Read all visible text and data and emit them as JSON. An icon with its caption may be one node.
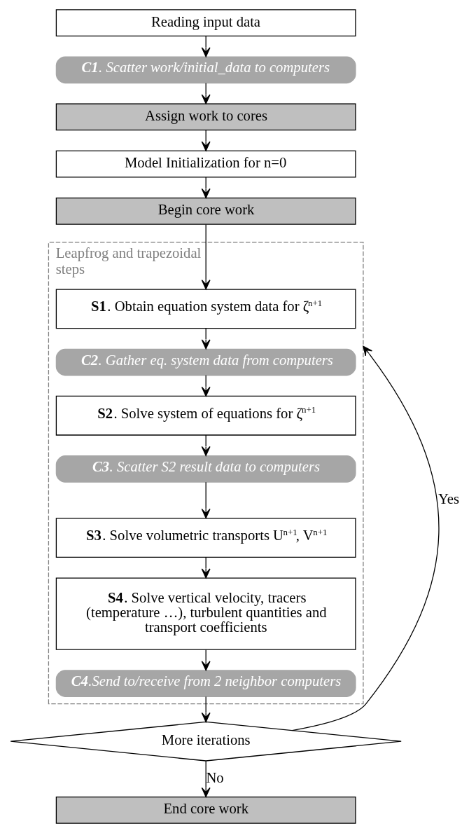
{
  "diagram": {
    "nodes": [
      {
        "text": [
          "Reading input data"
        ]
      },
      {
        "text": [
          "**C1**. Scatter work/initial_data to computers"
        ]
      },
      {
        "text": [
          "Assign work to cores"
        ]
      },
      {
        "text": [
          "Model Initialization for n=0"
        ]
      },
      {
        "text": [
          "Begin core work"
        ]
      },
      {
        "text": [
          "Leapfrog and trapezoidal steps"
        ]
      },
      {
        "text": [
          "**S1**. Obtain equation system data for ζ$^{n+1}$"
        ],
        "in": 5
      },
      {
        "text": [
          "**C2**. Gather eq. system data from computers"
        ],
        "in": 5
      },
      {
        "text": [
          "**S2**. Solve system of equations for ζ$^{n+1}$"
        ],
        "in": 5
      },
      {
        "text": [
          "**C3**. Scatter S2 result data to computers"
        ],
        "in": 5
      },
      {
        "text": [
          "**S3**. Solve volumetric transports U$^{n+1}$, V$^{n+1}$"
        ],
        "in": 5
      },
      {
        "text": [
          "**S4**. Solve vertical velocity, tracers (temperature …), turbulent quantities and transport coefficients"
        ],
        "in": 5
      },
      {
        "text": [
          "**C4**.Send to/receive from 2 neighbor computers"
        ],
        "in": 5
      },
      {
        "text": [
          "More iterations"
        ]
      },
      {
        "text": [
          "End core work"
        ]
      }
    ],
    "edges": [
      {
        "from": 0,
        "to": 1,
        "arrow": "to"
      },
      {
        "from": 1,
        "to": 2,
        "arrow": "to"
      },
      {
        "from": 2,
        "to": 3,
        "arrow": "to"
      },
      {
        "from": 3,
        "to": 4,
        "arrow": "to"
      },
      {
        "from": 4,
        "to": 6,
        "arrow": "to"
      },
      {
        "from": 6,
        "to": 7,
        "arrow": "to"
      },
      {
        "from": 7,
        "to": 8,
        "arrow": "to"
      },
      {
        "from": 8,
        "to": 9,
        "arrow": "to"
      },
      {
        "from": 9,
        "to": 10,
        "arrow": "to"
      },
      {
        "from": 10,
        "to": 11,
        "arrow": "to"
      },
      {
        "from": 11,
        "to": 12,
        "arrow": "to"
      },
      {
        "from": 12,
        "to": 13,
        "arrow": "to"
      },
      {
        "from": 13,
        "to": 6,
        "arrow": "to",
        "label": "Yes"
      },
      {
        "from": 13,
        "to": 14,
        "arrow": "to",
        "label": "No"
      }
    ]
  }
}
